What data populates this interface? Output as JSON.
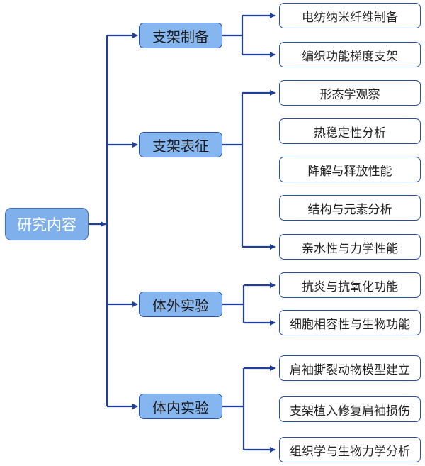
{
  "diagram": {
    "type": "tree",
    "root": {
      "label": "研究内容"
    },
    "branches": [
      {
        "label": "支架制备",
        "children": [
          "电纺纳米纤维制备",
          "编织功能梯度支架"
        ]
      },
      {
        "label": "支架表征",
        "children": [
          "形态学观察",
          "热稳定性分析",
          "降解与释放性能",
          "结构与元素分析",
          "亲水性与力学性能"
        ]
      },
      {
        "label": "体外实验",
        "children": [
          "抗炎与抗氧化功能",
          "细胞相容性与生物功能"
        ]
      },
      {
        "label": "体内实验",
        "children": [
          "肩袖撕裂动物模型建立",
          "支架植入修复肩袖损伤",
          "组织学与生物力学分析"
        ]
      }
    ],
    "colors": {
      "line": "#1f3f9b",
      "branch_fill": "#86b6ef",
      "root_fill": "#7fb0ec",
      "border": "#2c4fa3"
    }
  }
}
